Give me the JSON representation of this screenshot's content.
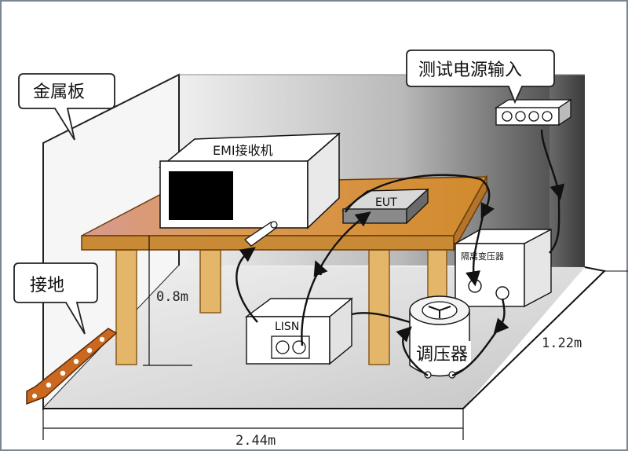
{
  "labels": {
    "metal_plate": "金属板",
    "test_power_input": "测试电源输入",
    "emi_receiver": "EMI接收机",
    "eut": "EUT",
    "isolation_transformer": "隔离变压器",
    "lisn": "LISN",
    "voltage_regulator": "调压器",
    "grounding": "接地"
  },
  "dimensions": {
    "height": "0.8m",
    "depth": "1.22m",
    "width": "2.44m"
  },
  "colors": {
    "table_top": "#d89a3e",
    "table_leg": "#e3b66a",
    "ground_strap": "#c9681e",
    "back_wall_dark": "#4a4a4a"
  }
}
